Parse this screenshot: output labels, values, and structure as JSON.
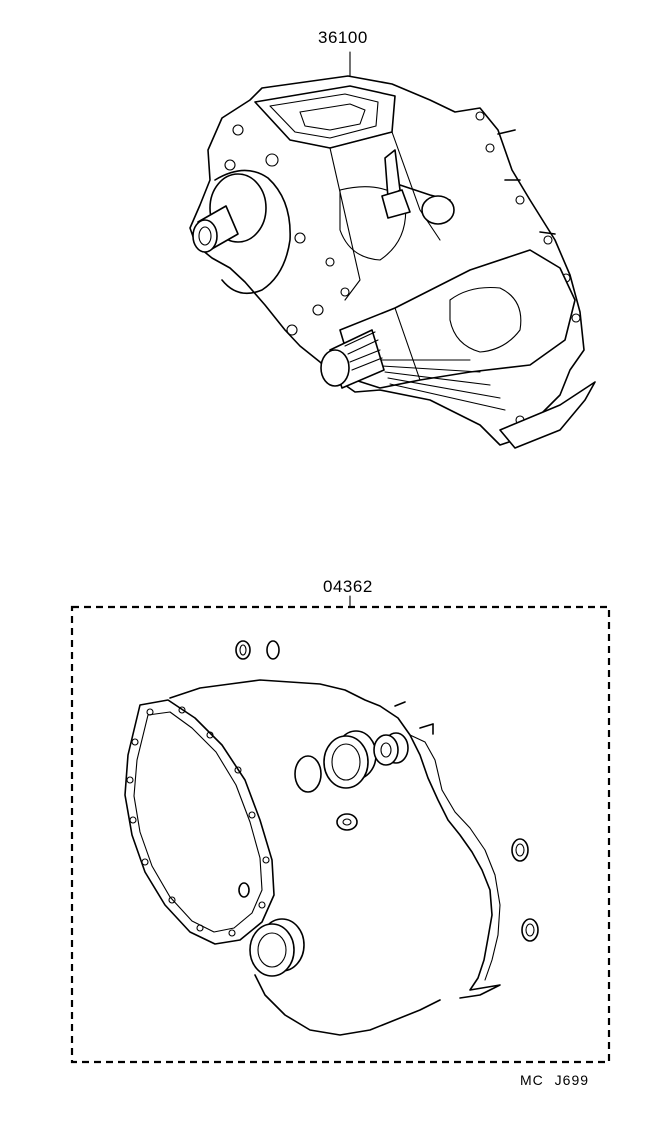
{
  "labels": {
    "assembly_part_no": "36100",
    "gasket_kit_part_no": "04362",
    "diagram_code": "MC  J699"
  },
  "icons": {
    "transfer_case": "transfer-case-assembly-drawing",
    "gasket_kit": "gasket-kit-drawing"
  },
  "colors": {
    "line": "#000000",
    "background": "#ffffff"
  }
}
